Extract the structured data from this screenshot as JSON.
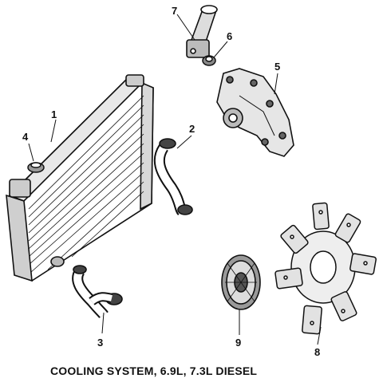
{
  "caption": "COOLING SYSTEM, 6.9L, 7.3L DIESEL",
  "callouts": {
    "c1": "1",
    "c2": "2",
    "c3": "3",
    "c4": "4",
    "c5": "5",
    "c6": "6",
    "c7": "7",
    "c8": "8",
    "c9": "9"
  },
  "parts": {
    "radiator": "radiator-icon",
    "upper_hose": "upper-hose-icon",
    "lower_hose": "lower-hose-icon",
    "radiator_cap": "radiator-cap-icon",
    "water_pump": "water-pump-icon",
    "thermostat": "thermostat-icon",
    "water_outlet": "water-outlet-icon",
    "fan": "fan-blade-icon",
    "fan_clutch": "fan-clutch-icon"
  }
}
